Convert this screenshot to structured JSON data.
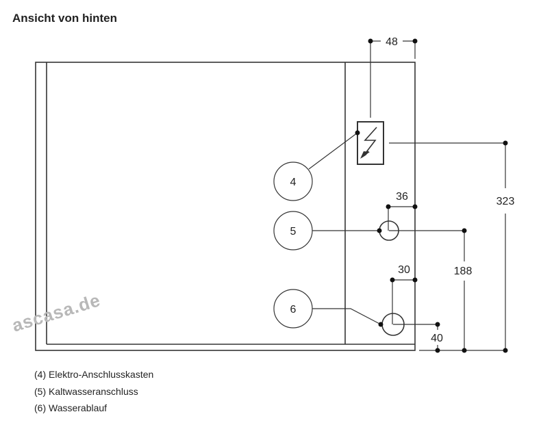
{
  "title": "Ansicht von hinten",
  "watermark": "ascasa.de",
  "dimensions": {
    "d48": "48",
    "d323": "323",
    "d36": "36",
    "d188": "188",
    "d30": "30",
    "d40": "40"
  },
  "callouts": {
    "c4": "4",
    "c5": "5",
    "c6": "6"
  },
  "legend": [
    "(4) Elektro-Anschlusskasten",
    "(5) Kaltwasseranschluss",
    "(6) Wasserablauf"
  ]
}
